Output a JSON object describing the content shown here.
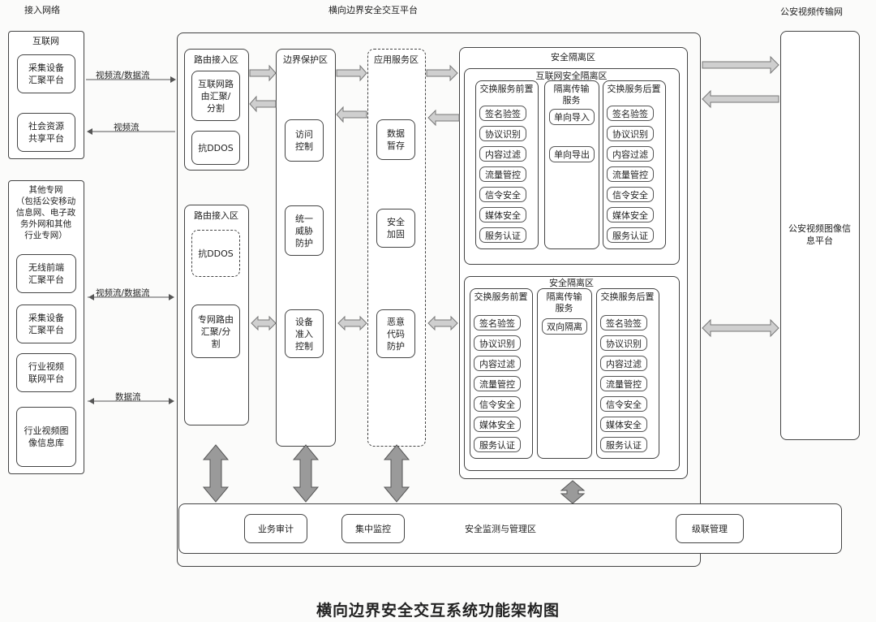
{
  "header": {
    "access_network": "接入网络",
    "platform": "横向边界安全交互平台",
    "police_video_net": "公安视频传输网"
  },
  "left": {
    "internet": {
      "title": "互联网",
      "items": [
        "采集设备\n汇聚平台",
        "社会资源\n共享平台"
      ]
    },
    "other": {
      "title": "其他专网\n（包括公安移动\n信息网、电子政\n务外网和其他\n行业专网）",
      "items": [
        "无线前端\n汇聚平台",
        "采集设备\n汇聚平台",
        "行业视频\n联网平台",
        "行业视频图\n像信息库"
      ]
    }
  },
  "flows": {
    "f1": "视频流/数据流",
    "f2": "视频流",
    "f3": "视频流/数据流",
    "f4": "数据流"
  },
  "routing": {
    "top": {
      "title": "路由接入区",
      "item1": "互联网路\n由汇聚/\n分割",
      "item2": "抗DDOS"
    },
    "bottom": {
      "title": "路由接入区",
      "item1": "抗DDOS",
      "item2": "专网路由\n汇聚/分\n割"
    }
  },
  "boundary": {
    "title": "边界保护区",
    "items": [
      "访问\n控制",
      "统一\n威胁\n防护",
      "设备\n准入\n控制"
    ]
  },
  "app": {
    "title": "应用服务区",
    "items": [
      "数据\n暂存",
      "安全\n加固",
      "恶意\n代码\n防护"
    ]
  },
  "isolation": {
    "title": "安全隔离区",
    "top": {
      "title": "互联网安全隔离区",
      "front": {
        "title": "交换服务前置",
        "items": [
          "签名验签",
          "协议识别",
          "内容过滤",
          "流量管控",
          "信令安全",
          "媒体安全",
          "服务认证"
        ]
      },
      "mid": {
        "title": "隔离传输\n服务",
        "items": [
          "单向导入",
          "单向导出"
        ]
      },
      "back": {
        "title": "交换服务后置",
        "items": [
          "签名验签",
          "协议识别",
          "内容过滤",
          "流量管控",
          "信令安全",
          "媒体安全",
          "服务认证"
        ]
      }
    },
    "bottom": {
      "title": "安全隔离区",
      "front": {
        "title": "交换服务前置",
        "items": [
          "签名验签",
          "协议识别",
          "内容过滤",
          "流量管控",
          "信令安全",
          "媒体安全",
          "服务认证"
        ]
      },
      "mid": {
        "title": "隔离传输\n服务",
        "items": [
          "双向隔离"
        ]
      },
      "back": {
        "title": "交换服务后置",
        "items": [
          "签名验签",
          "协议识别",
          "内容过滤",
          "流量管控",
          "信令安全",
          "媒体安全",
          "服务认证"
        ]
      }
    }
  },
  "monitor": {
    "title": "安全监测与管理区",
    "audit": "业务审计",
    "central": "集中监控",
    "cascade": "级联管理"
  },
  "right": {
    "platform": "公安视频图像信\n息平台"
  },
  "caption": "横向边界安全交互系统功能架构图",
  "colors": {
    "arrow": "#888888",
    "line": "#444444"
  }
}
